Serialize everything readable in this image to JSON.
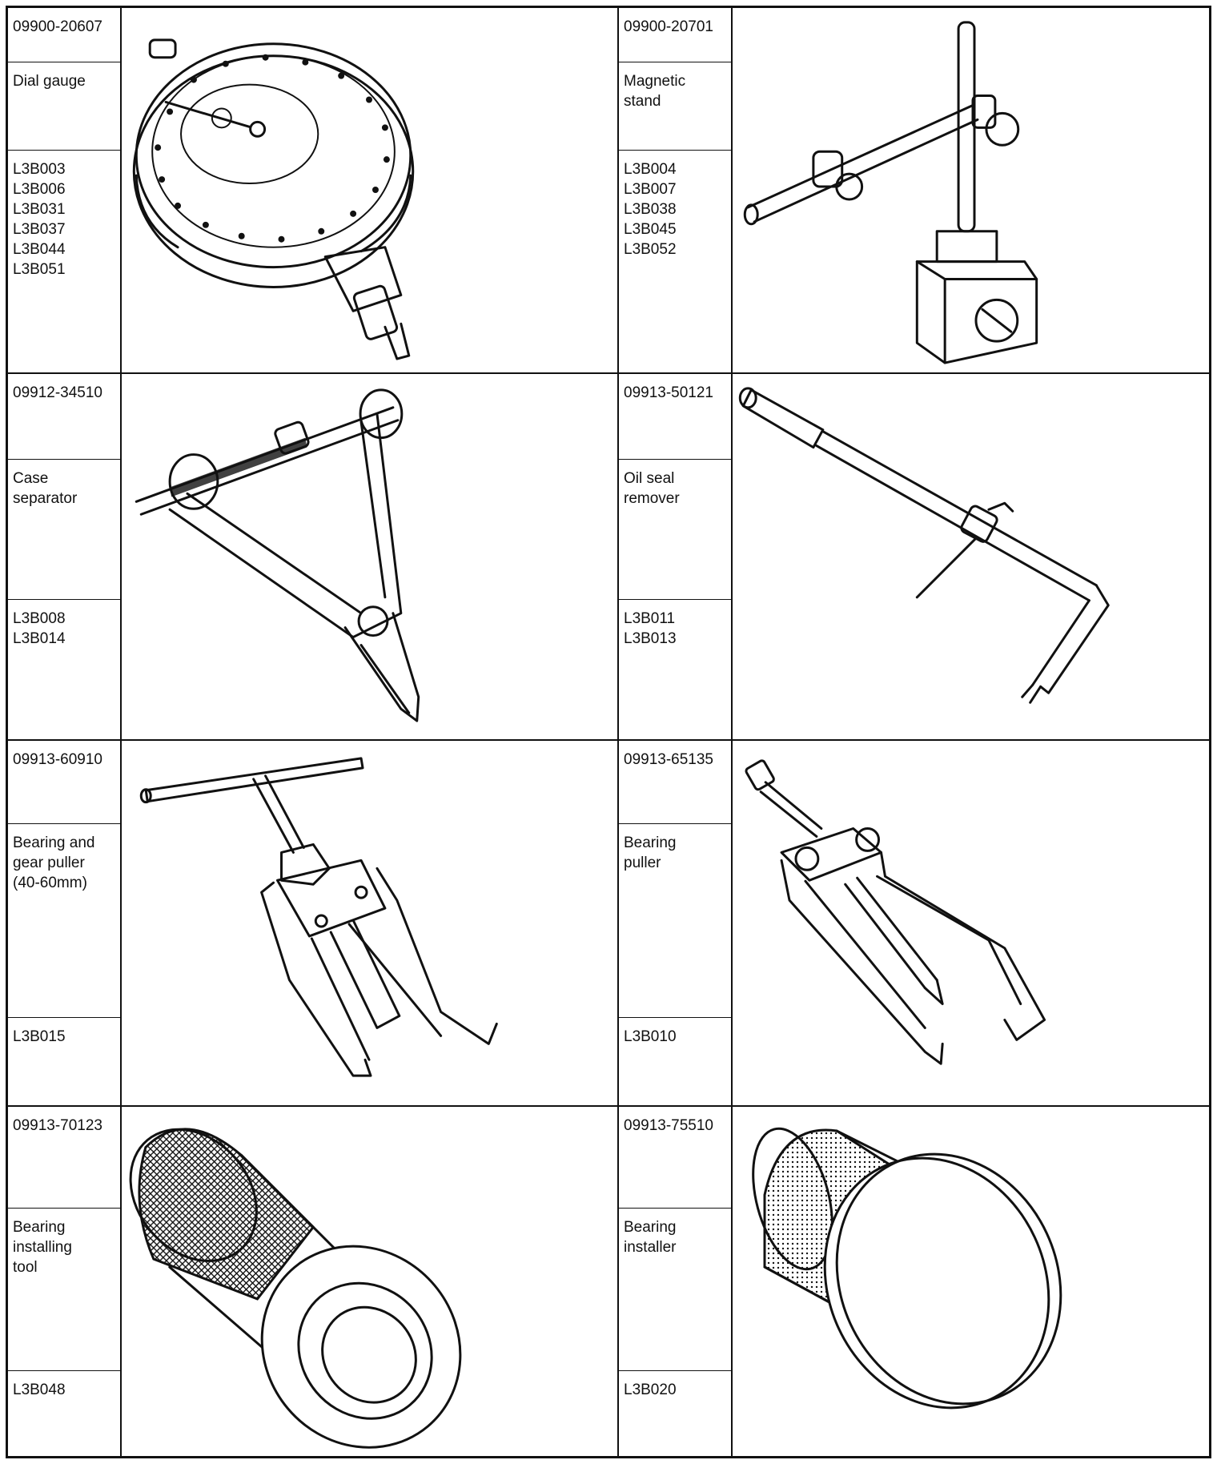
{
  "tools": [
    {
      "part_no": "09900-20607",
      "name": "Dial gauge",
      "refs": [
        "L3B003",
        "L3B006",
        "L3B031",
        "L3B037",
        "L3B044",
        "L3B051"
      ],
      "figure": "dial-gauge-drawing"
    },
    {
      "part_no": "09900-20701",
      "name": "Magnetic stand",
      "refs": [
        "L3B004",
        "L3B007",
        "L3B038",
        "L3B045",
        "L3B052"
      ],
      "figure": "magnetic-stand-drawing"
    },
    {
      "part_no": "09912-34510",
      "name": "Case separator",
      "refs": [
        "L3B008",
        "L3B014"
      ],
      "figure": "case-separator-drawing"
    },
    {
      "part_no": "09913-50121",
      "name": "Oil seal remover",
      "refs": [
        "L3B011",
        "L3B013"
      ],
      "figure": "oil-seal-remover-drawing"
    },
    {
      "part_no": "09913-60910",
      "name": "Bearing and gear puller (40-60mm)",
      "refs": [
        "L3B015"
      ],
      "figure": "bearing-gear-puller-drawing"
    },
    {
      "part_no": "09913-65135",
      "name": "Bearing puller",
      "refs": [
        "L3B010"
      ],
      "figure": "bearing-puller-drawing"
    },
    {
      "part_no": "09913-70123",
      "name": "Bearing installing tool",
      "refs": [
        "L3B048"
      ],
      "figure": "bearing-installing-tool-drawing"
    },
    {
      "part_no": "09913-75510",
      "name": "Bearing installer",
      "refs": [
        "L3B020"
      ],
      "figure": "bearing-installer-drawing"
    }
  ]
}
